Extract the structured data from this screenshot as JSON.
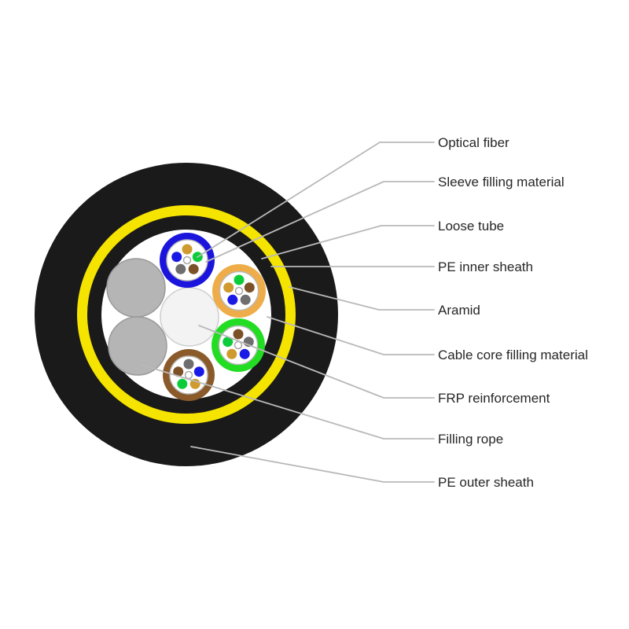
{
  "diagram": {
    "labels": [
      {
        "text": "Optical fiber"
      },
      {
        "text": "Sleeve filling material"
      },
      {
        "text": "Loose tube"
      },
      {
        "text": "PE inner sheath"
      },
      {
        "text": "Aramid"
      },
      {
        "text": "Cable core filling material"
      },
      {
        "text": "FRP reinforcement"
      },
      {
        "text": "Filling rope"
      },
      {
        "text": "PE outer sheath"
      }
    ],
    "colors": {
      "pe_sheath": "#1a1a1a",
      "aramid": "#f5e400",
      "core_fill": "#ffffff",
      "tube_lining": "#ffffff",
      "filling_rope": "#b5b5b5",
      "frp": "#f3f3f3",
      "mini_core": "#ffffff",
      "leader_line": "#b9b9b9",
      "label_text": "#262626"
    },
    "tubes": [
      {
        "name": "loose-tube-blue",
        "ring_color": "#1a14dd",
        "fiber_colors": [
          "#cf9a2e",
          "#0ccc3a",
          "#7d5128",
          "#6e6e6e",
          "#1a1ae6"
        ]
      },
      {
        "name": "loose-tube-orange",
        "ring_color": "#eead49",
        "fiber_colors": [
          "#0ccc3a",
          "#7d5128",
          "#6e6e6e",
          "#1a1ae6",
          "#cf9a2e"
        ]
      },
      {
        "name": "loose-tube-green",
        "ring_color": "#23dd23",
        "fiber_colors": [
          "#7d5128",
          "#6e6e6e",
          "#1a1ae6",
          "#cf9a2e",
          "#0ccc3a"
        ]
      },
      {
        "name": "loose-tube-brown",
        "ring_color": "#8a5a2b",
        "fiber_colors": [
          "#6e6e6e",
          "#1a1ae6",
          "#cf9a2e",
          "#0ccc3a",
          "#7d5128"
        ]
      }
    ]
  }
}
